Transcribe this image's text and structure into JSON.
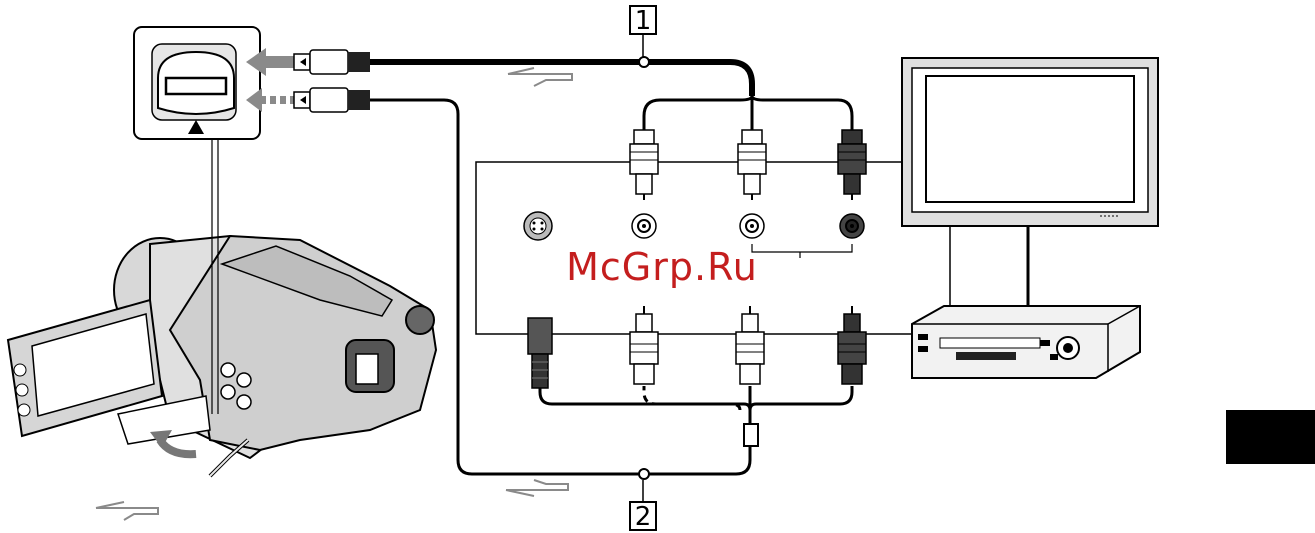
{
  "labels": {
    "cable_1": "1",
    "cable_2": "2"
  },
  "watermark": "McGrp.Ru",
  "colors": {
    "ink": "#000000",
    "grey": "#8a8a8a",
    "light_grey": "#d8d8d8",
    "watermark": "#c41e1e"
  },
  "icons": {
    "camcorder": "camcorder-icon",
    "tv": "tv-icon",
    "vcr": "vcr-icon",
    "connector": "usb-mini-plug-icon"
  }
}
